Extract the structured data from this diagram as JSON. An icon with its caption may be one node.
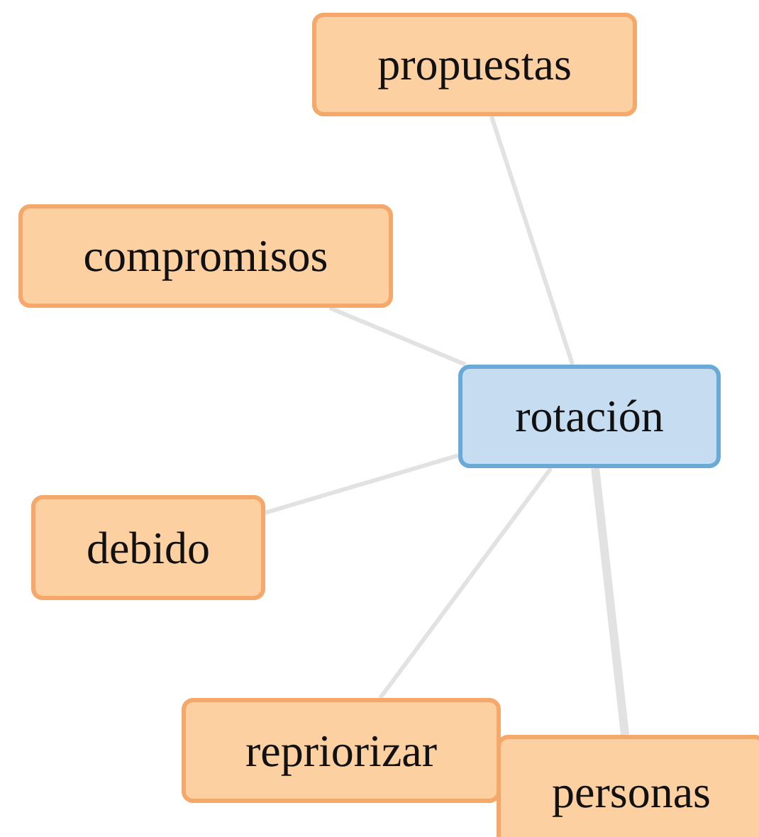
{
  "diagram": {
    "nodes": [
      {
        "text": [
          "propuestas"
        ]
      },
      {
        "text": [
          "compromisos"
        ]
      },
      {
        "text": [
          "rotación"
        ]
      },
      {
        "text": [
          "debido"
        ]
      },
      {
        "text": [
          "repriorizar"
        ]
      },
      {
        "text": [
          "personas"
        ]
      }
    ],
    "edges": [
      {
        "from": 2,
        "to": 0,
        "arrow": "none"
      },
      {
        "from": 2,
        "to": 1,
        "arrow": "none"
      },
      {
        "from": 2,
        "to": 3,
        "arrow": "none"
      },
      {
        "from": 2,
        "to": 4,
        "arrow": "none"
      },
      {
        "from": 2,
        "to": 5,
        "arrow": "none",
        "style": "thick"
      }
    ]
  }
}
